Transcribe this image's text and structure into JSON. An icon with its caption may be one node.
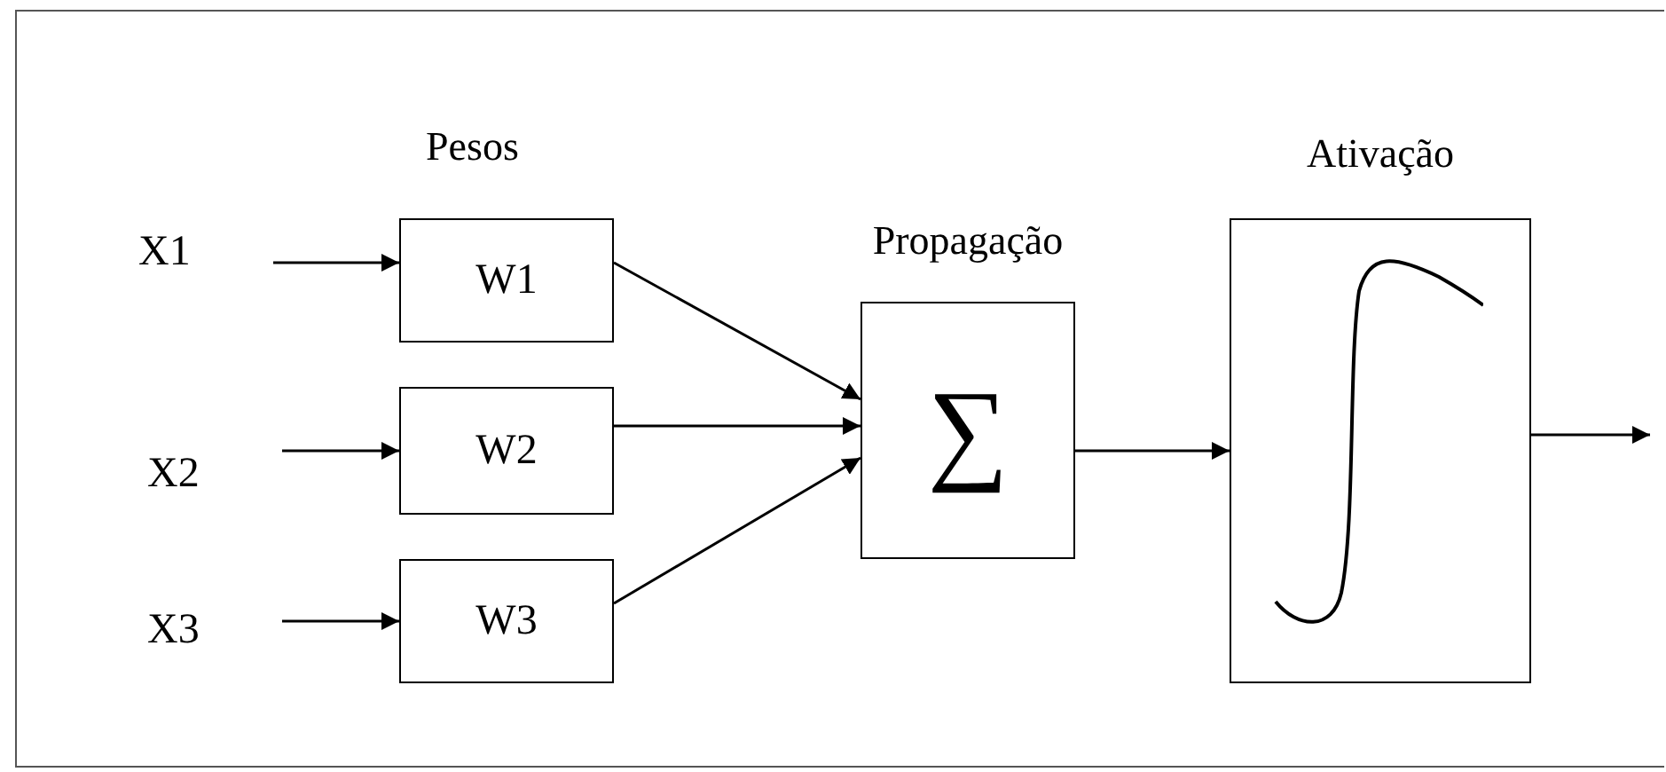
{
  "diagram": {
    "nodes": [
      {
        "text": [
          "X1"
        ]
      },
      {
        "text": [
          "X2"
        ]
      },
      {
        "text": [
          "X3"
        ]
      },
      {
        "text": [
          "W1"
        ]
      },
      {
        "text": [
          "W2"
        ]
      },
      {
        "text": [
          "W3"
        ]
      },
      {
        "text": [
          "Propagação",
          "∑"
        ]
      },
      {
        "text": [
          "Ativação"
        ]
      }
    ],
    "edges": [
      {
        "from": 0,
        "to": 3,
        "arrow": "to"
      },
      {
        "from": 1,
        "to": 4,
        "arrow": "to"
      },
      {
        "from": 2,
        "to": 5,
        "arrow": "to"
      },
      {
        "from": 3,
        "to": 6,
        "arrow": "to"
      },
      {
        "from": 4,
        "to": 6,
        "arrow": "to"
      },
      {
        "from": 5,
        "to": 6,
        "arrow": "to"
      },
      {
        "from": 6,
        "to": 7,
        "arrow": "to"
      },
      {
        "from": 7,
        "to": null,
        "arrow": "to"
      }
    ],
    "labels": [
      "Pesos"
    ]
  }
}
